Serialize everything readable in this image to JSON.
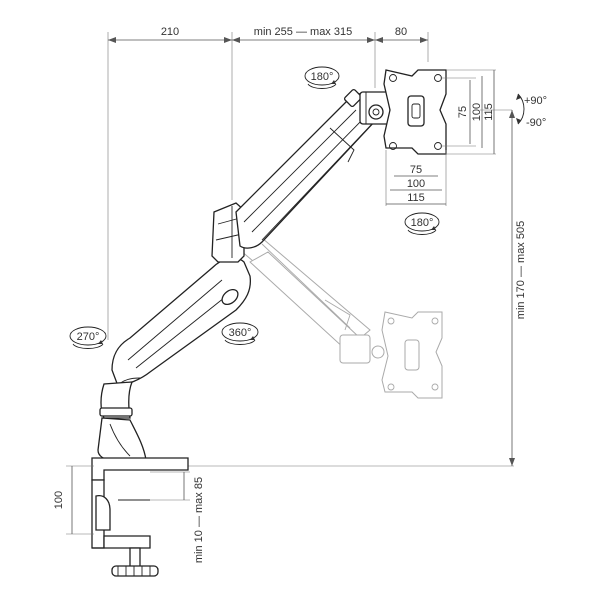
{
  "dimensions": {
    "top_left": "210",
    "top_mid": "min 255 — max 315",
    "top_right": "80",
    "vesa_inner_v": "75",
    "vesa_outer_v": "100",
    "vesa_max_v": "115",
    "vesa_inner_h": "75",
    "vesa_outer_h": "100",
    "vesa_max_h": "115",
    "height_range": "min 170 — max 505",
    "clamp_height": "100",
    "clamp_range": "min 10 — max 85"
  },
  "rotations": {
    "top_arm": "180°",
    "bottom_vesa": "180°",
    "base": "270°",
    "middle": "360°",
    "tilt_up": "+90°",
    "tilt_down": "-90°"
  }
}
